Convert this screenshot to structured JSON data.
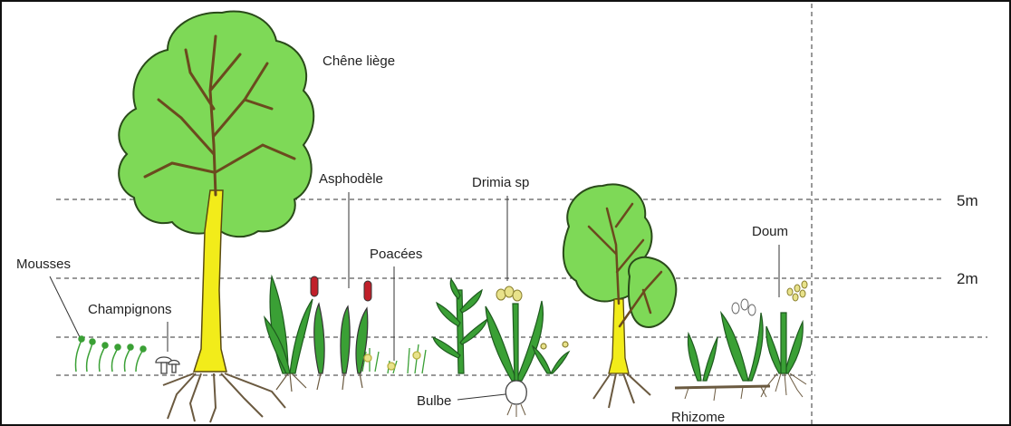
{
  "labels": {
    "chene_liege": "Chêne liège",
    "asphodele": "Asphodèle",
    "drimia": "Drimia sp",
    "poacees": "Poacées",
    "mousses": "Mousses",
    "champignons": "Champignons",
    "bulbe": "Bulbe",
    "rhizome": "Rhizome",
    "doum": "Doum"
  },
  "heights": {
    "five_m": "5m",
    "two_m": "2m"
  },
  "colors": {
    "foliage": "#7ed957",
    "trunk": "#f2ec1a",
    "branch": "#6b4a1e",
    "grass": "#3aa035",
    "flower_red": "#c0202a",
    "flower_yellow": "#e8e28a",
    "root": "#6b5a40"
  }
}
